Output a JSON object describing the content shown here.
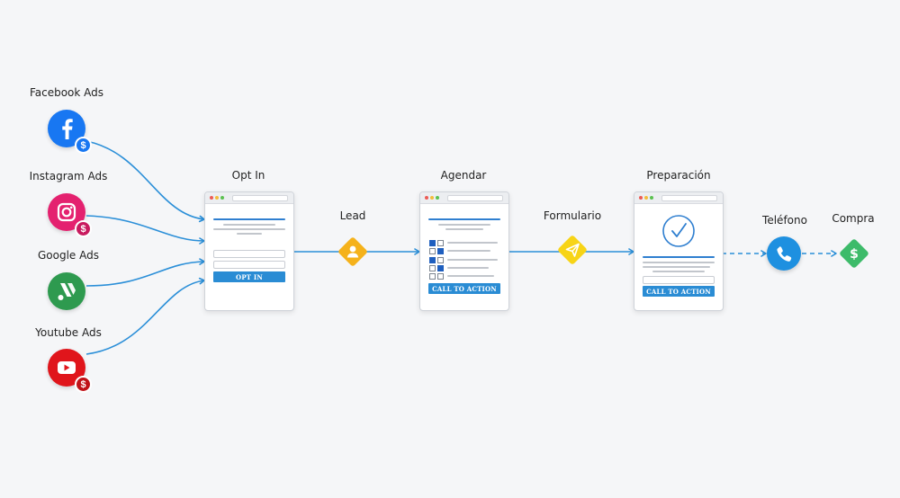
{
  "sources": [
    {
      "label": "Facebook Ads",
      "icon": "facebook-icon",
      "color": "#1877f2",
      "badge": "$"
    },
    {
      "label": "Instagram Ads",
      "icon": "instagram-icon",
      "color": "#e4216f",
      "badge": "$"
    },
    {
      "label": "Google Ads",
      "icon": "google-ads-icon",
      "color": "#2e9a4f",
      "badge": ""
    },
    {
      "label": "Youtube Ads",
      "icon": "youtube-icon",
      "color": "#e0151b",
      "badge": "$"
    }
  ],
  "pages": {
    "optin": {
      "title": "Opt In",
      "cta": "OPT IN"
    },
    "agendar": {
      "title": "Agendar",
      "cta": "CALL TO ACTION"
    },
    "preparacion": {
      "title": "Preparación",
      "cta": "CALL TO ACTION"
    }
  },
  "nodes": {
    "lead": {
      "label": "Lead",
      "icon": "user-icon",
      "color": "#f5b21b"
    },
    "formulario": {
      "label": "Formulario",
      "icon": "paper-plane-icon",
      "color": "#f7d417"
    },
    "telefono": {
      "label": "Teléfono",
      "icon": "phone-icon",
      "color": "#1e90e0"
    },
    "compra": {
      "label": "Compra",
      "icon": "dollar-icon",
      "color": "#3dbb6a",
      "symbol": "$"
    }
  },
  "colors": {
    "connector": "#2b8fd8",
    "cta": "#2a8cd4",
    "accent_line": "#2f7fd0"
  }
}
